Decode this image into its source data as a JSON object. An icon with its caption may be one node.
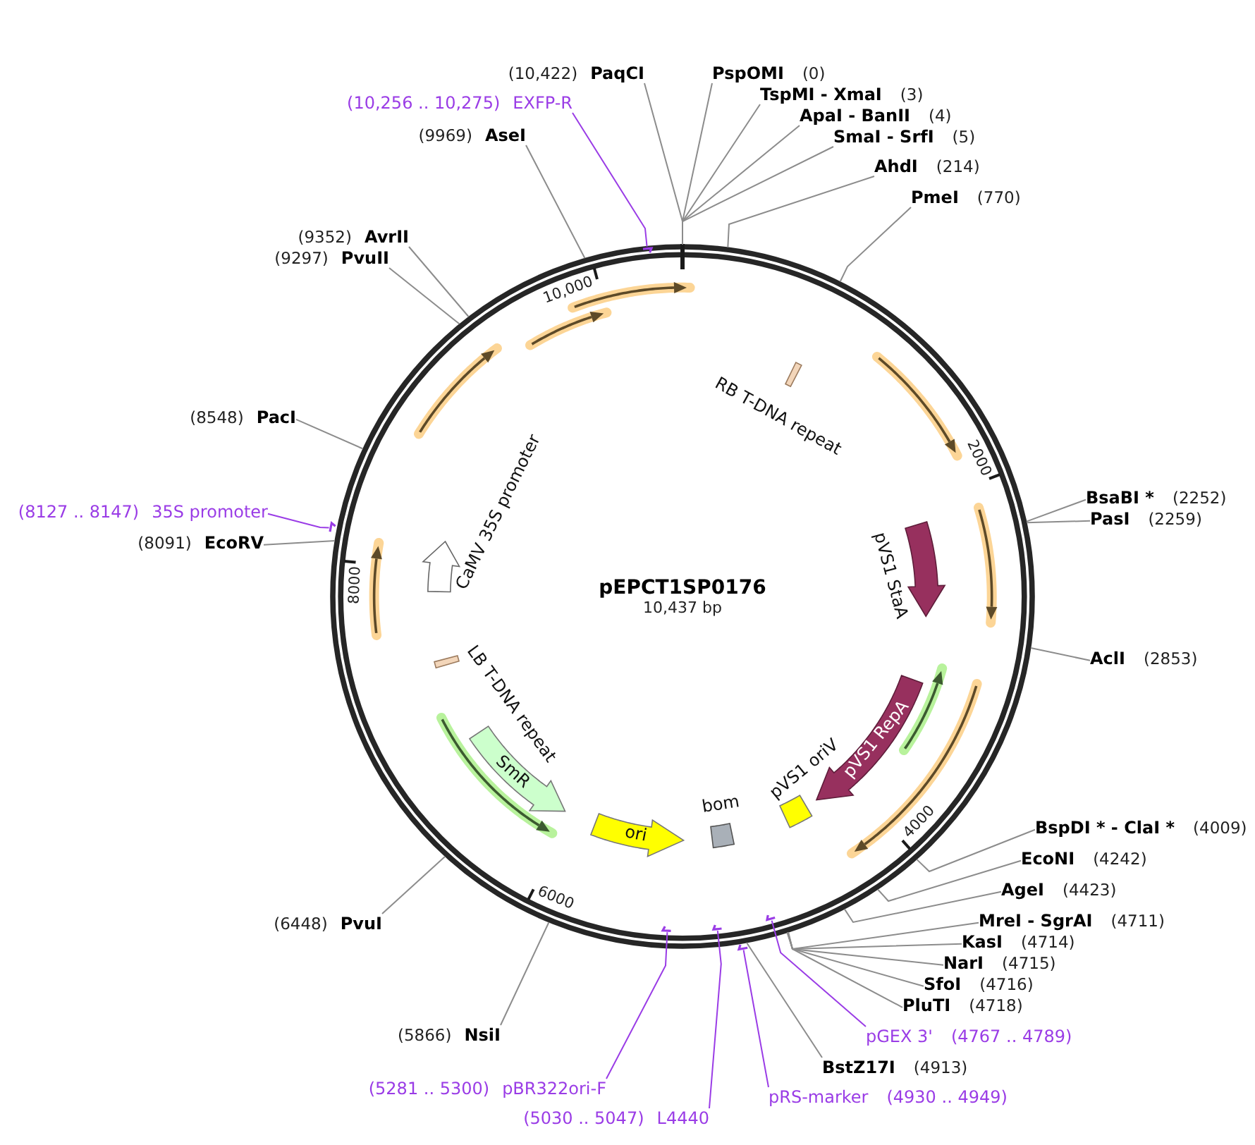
{
  "diagram": {
    "nodes": [
      {
        "text": [
          "pEPCT1SP0176",
          "10,437 bp"
        ]
      },
      {
        "text": [],
        "shape": "bar",
        "in": 0,
        "beside": [
          "RB T-DNA repeat"
        ]
      },
      {
        "text": [],
        "shape": "arrow",
        "in": 0,
        "beside": [
          "pVS1 StaA"
        ]
      },
      {
        "text": [
          "pVS1 RepA"
        ],
        "in": 0
      },
      {
        "text": [],
        "shape": "box",
        "in": 0,
        "beside": [
          "pVS1 oriV"
        ]
      },
      {
        "text": [],
        "shape": "box",
        "in": 0,
        "beside": [
          "bom"
        ]
      },
      {
        "text": [
          "ori"
        ],
        "in": 0
      },
      {
        "text": [
          "SmR"
        ],
        "in": 0
      },
      {
        "text": [
          "LB T-DNA repeat"
        ],
        "in": 0
      },
      {
        "text": [],
        "shape": "arrow",
        "in": 0,
        "beside": [
          "CaMV 35S promoter"
        ]
      },
      {
        "text": [],
        "shape": "arrow",
        "in": 0
      },
      {
        "text": [],
        "shape": "arrow",
        "in": 0
      },
      {
        "text": [],
        "shape": "arrow",
        "in": 0
      },
      {
        "text": [],
        "shape": "arrow",
        "in": 0
      },
      {
        "text": [],
        "shape": "arrow",
        "in": 0
      },
      {
        "text": [],
        "shape": "arrow",
        "in": 0
      },
      {
        "text": [],
        "shape": "arrow",
        "in": 0
      },
      {
        "text": [],
        "shape": "arrow",
        "in": 0
      },
      {
        "text": [],
        "shape": "arrow",
        "in": 0
      },
      {
        "text": [
          "(10,422)",
          "PaqCI"
        ]
      },
      {
        "text": [
          "PspOMI",
          "(0)"
        ]
      },
      {
        "text": [
          "TspMI - XmaI",
          "(3)"
        ]
      },
      {
        "text": [
          "(10,256 .. 10,275)",
          "EXFP-R"
        ]
      },
      {
        "text": [
          "ApaI - BanII",
          "(4)"
        ]
      },
      {
        "text": [
          "(9969)",
          "AseI"
        ]
      },
      {
        "text": [
          "SmaI - SrfI",
          "(5)"
        ]
      },
      {
        "text": [
          "AhdI",
          "(214)"
        ]
      },
      {
        "text": [
          "PmeI",
          "(770)"
        ]
      },
      {
        "text": [
          "(9352)",
          "AvrII"
        ]
      },
      {
        "text": [
          "(9297)",
          "PvuII"
        ]
      },
      {
        "text": [
          "(8548)",
          "PacI"
        ]
      },
      {
        "text": [
          "BsaBI *",
          "(2252)"
        ]
      },
      {
        "text": [
          "(8127 .. 8147)",
          "35S promoter"
        ]
      },
      {
        "text": [
          "PasI",
          "(2259)"
        ]
      },
      {
        "text": [
          "(8091)",
          "EcoRV"
        ]
      },
      {
        "text": [
          "AclI",
          "(2853)"
        ]
      },
      {
        "text": [
          "BspDI * - ClaI *",
          "(4009)"
        ]
      },
      {
        "text": [
          "EcoNI",
          "(4242)"
        ]
      },
      {
        "text": [
          "AgeI",
          "(4423)"
        ]
      },
      {
        "text": [
          "(6448)",
          "PvuI"
        ]
      },
      {
        "text": [
          "MreI - SgrAI",
          "(4711)"
        ]
      },
      {
        "text": [
          "KasI",
          "(4714)"
        ]
      },
      {
        "text": [
          "NarI",
          "(4715)"
        ]
      },
      {
        "text": [
          "SfoI",
          "(4716)"
        ]
      },
      {
        "text": [
          "PluTI",
          "(4718)"
        ]
      },
      {
        "text": [
          "(5866)",
          "NsiI"
        ]
      },
      {
        "text": [
          "pGEX 3'",
          "(4767 .. 4789)"
        ]
      },
      {
        "text": [
          "BstZ17I",
          "(4913)"
        ]
      },
      {
        "text": [
          "(5281 .. 5300)",
          "pBR322ori-F"
        ]
      },
      {
        "text": [
          "pRS-marker",
          "(4930 .. 4949)"
        ]
      },
      {
        "text": [
          "(5030 .. 5047)",
          "L4440"
        ]
      },
      {
        "text": [],
        "shape": "bar",
        "in": 0
      },
      {
        "text": [],
        "shape": "bar"
      },
      {
        "text": [],
        "shape": "bar",
        "in": 0
      },
      {
        "text": [],
        "shape": "bar",
        "in": 0
      },
      {
        "text": [],
        "shape": "bar",
        "in": 0
      },
      {
        "text": [],
        "shape": "bar"
      }
    ],
    "edges": [
      {
        "from": 19,
        "to": 0,
        "arrow": "none"
      },
      {
        "from": 20,
        "to": 0,
        "arrow": "none"
      },
      {
        "from": 21,
        "to": 0,
        "arrow": "none"
      },
      {
        "from": 22,
        "to": 51,
        "arrow": "none",
        "color": "#9a3ce6"
      },
      {
        "from": 23,
        "to": 0,
        "arrow": "none"
      },
      {
        "from": 24,
        "to": 0,
        "arrow": "none"
      },
      {
        "from": 25,
        "to": 0,
        "arrow": "none"
      },
      {
        "from": 26,
        "to": 0,
        "arrow": "none"
      },
      {
        "from": 27,
        "to": 0,
        "arrow": "none"
      },
      {
        "from": 28,
        "to": 0,
        "arrow": "none"
      },
      {
        "from": 29,
        "to": 0,
        "arrow": "none"
      },
      {
        "from": 30,
        "to": 0,
        "arrow": "none"
      },
      {
        "from": 31,
        "to": 0,
        "arrow": "none"
      },
      {
        "from": 32,
        "to": 52,
        "arrow": "none",
        "color": "#9a3ce6"
      },
      {
        "from": 33,
        "to": 0,
        "arrow": "none"
      },
      {
        "from": 34,
        "to": 0,
        "arrow": "none"
      },
      {
        "from": 35,
        "to": 0,
        "arrow": "none"
      },
      {
        "from": 36,
        "to": 0,
        "arrow": "none"
      },
      {
        "from": 37,
        "to": 0,
        "arrow": "none"
      },
      {
        "from": 38,
        "to": 0,
        "arrow": "none"
      },
      {
        "from": 39,
        "to": 0,
        "arrow": "none"
      },
      {
        "from": 40,
        "to": 0,
        "arrow": "none"
      },
      {
        "from": 41,
        "to": 0,
        "arrow": "none"
      },
      {
        "from": 42,
        "to": 0,
        "arrow": "none"
      },
      {
        "from": 43,
        "to": 0,
        "arrow": "none"
      },
      {
        "from": 44,
        "to": 0,
        "arrow": "none"
      },
      {
        "from": 45,
        "to": 0,
        "arrow": "none"
      },
      {
        "from": 46,
        "to": 53,
        "arrow": "none",
        "color": "#9a3ce6"
      },
      {
        "from": 47,
        "to": 0,
        "arrow": "none"
      },
      {
        "from": 48,
        "to": 55,
        "arrow": "none",
        "color": "#9a3ce6"
      },
      {
        "from": 49,
        "to": 56,
        "arrow": "none",
        "color": "#9a3ce6"
      },
      {
        "from": 50,
        "to": 54,
        "arrow": "none",
        "color": "#9a3ce6"
      }
    ],
    "labels": [
      "10,000",
      "2000",
      "8000",
      "4000",
      "6000"
    ]
  }
}
